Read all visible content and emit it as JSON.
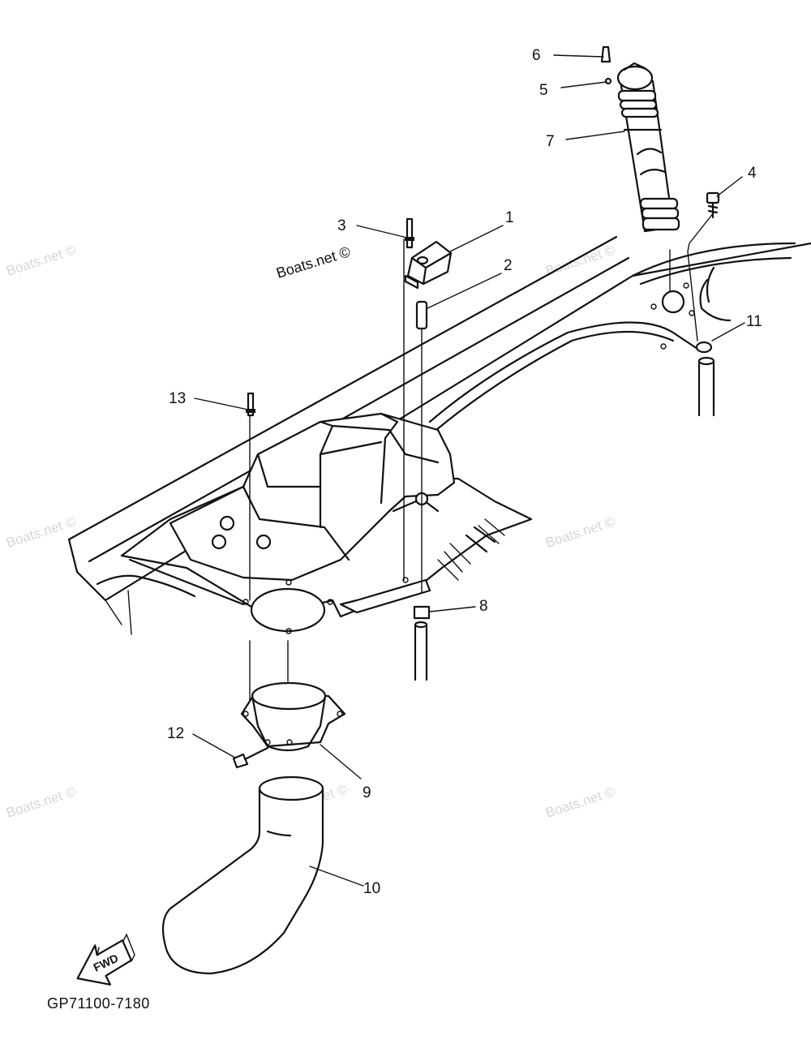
{
  "diagram": {
    "drawing_code": "GP71100-7180",
    "forward_arrow_label": "FWD",
    "watermark": "Boats.net ©",
    "callouts": [
      "1",
      "2",
      "3",
      "4",
      "5",
      "6",
      "7",
      "8",
      "9",
      "10",
      "11",
      "12",
      "13"
    ]
  }
}
